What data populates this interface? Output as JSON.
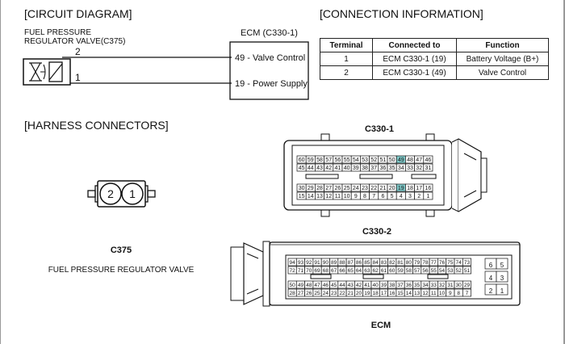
{
  "headings": {
    "circuit": "[CIRCUIT DIAGRAM]",
    "connection": "[CONNECTION INFORMATION]",
    "harness": "[HARNESS CONNECTORS]"
  },
  "circuit": {
    "valve_label_line1": "FUEL PRESSURE",
    "valve_label_line2": "REGULATOR VALVE(C375)",
    "ecm_label": "ECM (C330-1)",
    "wire_top_num": "2",
    "wire_bottom_num": "1",
    "pin_top": "49 - Valve Control",
    "pin_bottom": "19 - Power Supply"
  },
  "connection_table": {
    "headers": [
      "Terminal",
      "Connected to",
      "Function"
    ],
    "rows": [
      [
        "1",
        "ECM C330-1 (19)",
        "Battery Voltage (B+)"
      ],
      [
        "2",
        "ECM C330-1 (49)",
        "Valve Control"
      ]
    ]
  },
  "c375": {
    "pin_left": "2",
    "pin_right": "1",
    "code": "C375",
    "caption": "FUEL PRESSURE REGULATOR VALVE"
  },
  "c330_1": {
    "title": "C330-1",
    "row1": [
      "60",
      "59",
      "58",
      "57",
      "56",
      "55",
      "54",
      "53",
      "52",
      "51",
      "50",
      "49",
      "48",
      "47",
      "46"
    ],
    "row2": [
      "45",
      "44",
      "43",
      "42",
      "41",
      "40",
      "39",
      "38",
      "37",
      "36",
      "35",
      "34",
      "33",
      "32",
      "31"
    ],
    "row3": [
      "30",
      "29",
      "28",
      "27",
      "26",
      "25",
      "24",
      "23",
      "22",
      "21",
      "20",
      "19",
      "18",
      "17",
      "16"
    ],
    "row4": [
      "15",
      "14",
      "13",
      "12",
      "11",
      "10",
      "9",
      "8",
      "7",
      "6",
      "5",
      "4",
      "3",
      "2",
      "1"
    ],
    "highlight": [
      "49",
      "19"
    ],
    "highlight_color": "#7fc8c8"
  },
  "c330_2": {
    "title": "C330-2",
    "row1": [
      "94",
      "93",
      "92",
      "91",
      "90",
      "89",
      "88",
      "87",
      "86",
      "85",
      "84",
      "83",
      "82",
      "81",
      "80",
      "79",
      "78",
      "77",
      "76",
      "75",
      "74",
      "73"
    ],
    "row2": [
      "72",
      "71",
      "70",
      "69",
      "68",
      "67",
      "66",
      "65",
      "64",
      "63",
      "62",
      "61",
      "60",
      "59",
      "58",
      "57",
      "56",
      "55",
      "54",
      "53",
      "52",
      "51"
    ],
    "row3": [
      "50",
      "49",
      "48",
      "47",
      "46",
      "45",
      "44",
      "43",
      "42",
      "41",
      "40",
      "39",
      "38",
      "37",
      "36",
      "35",
      "34",
      "33",
      "32",
      "31",
      "30",
      "29"
    ],
    "row4": [
      "28",
      "27",
      "26",
      "25",
      "24",
      "23",
      "22",
      "21",
      "20",
      "19",
      "18",
      "17",
      "16",
      "15",
      "14",
      "13",
      "12",
      "11",
      "10",
      "9",
      "8",
      "7"
    ],
    "side_pins": [
      [
        "6",
        "5"
      ],
      [
        "4",
        "3"
      ],
      [
        "2",
        "1"
      ]
    ],
    "label": "ECM"
  }
}
